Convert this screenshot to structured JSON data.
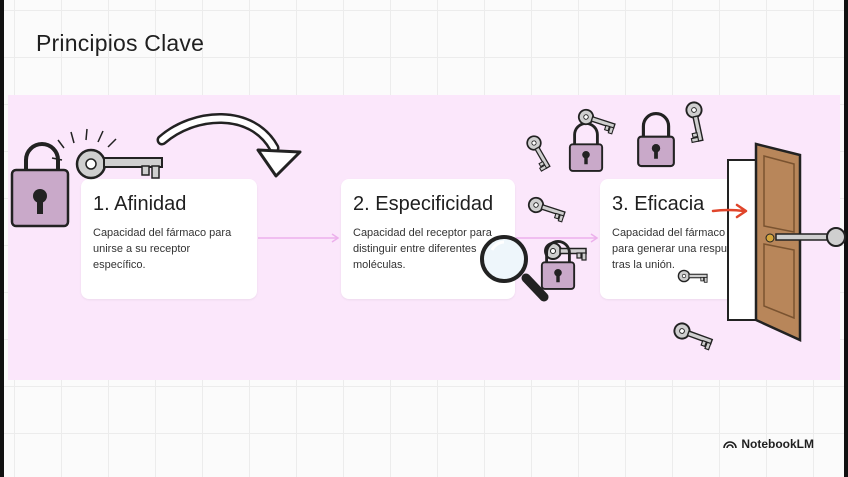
{
  "slide": {
    "title": "Principios Clave"
  },
  "cards": [
    {
      "title": "1. Afinidad",
      "description": "Capacidad del fármaco para unirse a su receptor específico."
    },
    {
      "title": "2. Especificidad",
      "description": "Capacidad del receptor para distinguir entre diferentes moléculas."
    },
    {
      "title": "3. Eficacia",
      "description": "Capacidad del fármaco para generar una respuesta tras la unión."
    }
  ],
  "brand": {
    "name": "NotebookLM"
  },
  "colors": {
    "band": "#fbe7fb",
    "connector": "#ecb0ec",
    "accent_arrow": "#e0452b",
    "lock_fill": "#c9a9c9",
    "door_wood": "#b8865a"
  },
  "icons": [
    "padlock-icon",
    "key-icon",
    "curved-arrow-icon",
    "magnifier-icon",
    "door-icon",
    "notebooklm-logo-icon"
  ]
}
